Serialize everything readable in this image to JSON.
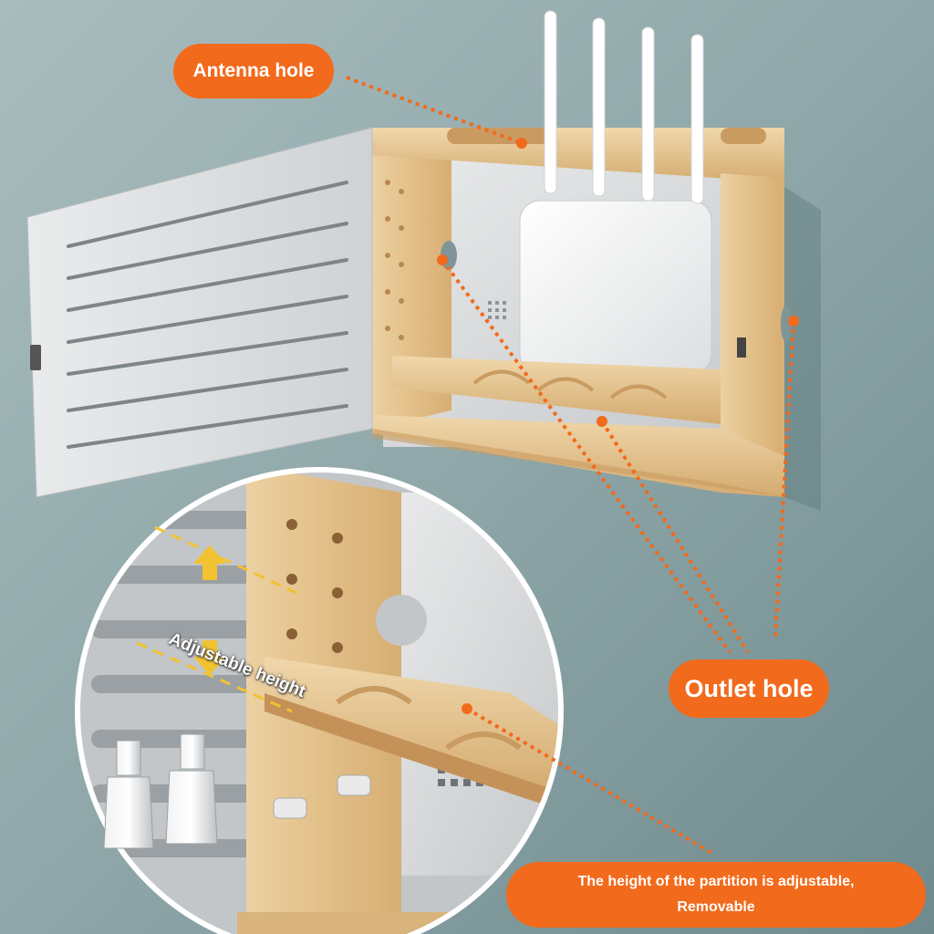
{
  "colors": {
    "wall": "#8fa7a9",
    "wood": "#e8c996",
    "wood_dark": "#c9a06a",
    "door": "#dfe1e2",
    "callout": "#f26a1b",
    "yellow_arrow": "#f2c230"
  },
  "callouts": {
    "antenna_hole": "Antenna hole",
    "outlet_hole": "Outlet hole",
    "partition_line1": "The height of the partition is adjustable,",
    "partition_line2": "Removable",
    "adjustable_height": "Adjustable height"
  },
  "icons": [
    "up-arrow-icon",
    "down-arrow-icon"
  ]
}
